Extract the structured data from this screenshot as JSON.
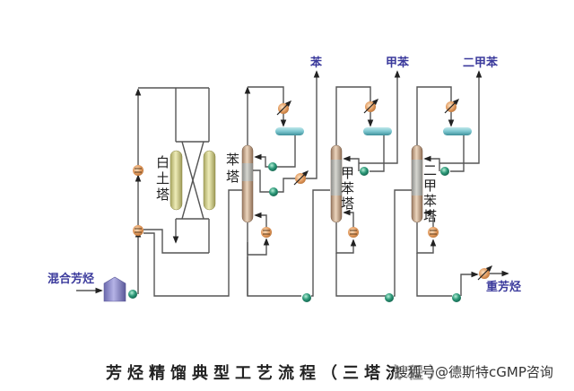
{
  "diagram": {
    "title": "芳烃精馏典型工艺流程（三塔流程）",
    "watermark": "搜狐号@德斯特cGMP咨询",
    "feed_label": "混合芳烃",
    "columns": {
      "clay_tower": "白土塔",
      "benzene_tower": "苯塔",
      "toluene_tower": "甲苯塔",
      "xylene_tower": "二甲苯塔"
    },
    "clay_tower_chars": [
      "白",
      "土",
      "塔"
    ],
    "benzene_tower_chars": [
      "苯",
      "塔"
    ],
    "toluene_tower_chars": [
      "甲",
      "苯",
      "塔"
    ],
    "xylene_tower_chars": [
      "二",
      "甲",
      "苯",
      "塔"
    ],
    "products": {
      "benzene": "苯",
      "toluene": "甲苯",
      "xylene": "二甲苯",
      "heavy_aromatics": "重芳烃"
    },
    "colors": {
      "label_blue": "#3b3a9c",
      "pipe": "#555555",
      "pump_green": "#2f9a7a",
      "drum_cyan": "#7cc6cf",
      "exchanger_orange": "#e0975a",
      "clay_vessel": "#d9d79a",
      "column_tan": "#c9a586",
      "feed_tank": "#8a88c8"
    }
  }
}
